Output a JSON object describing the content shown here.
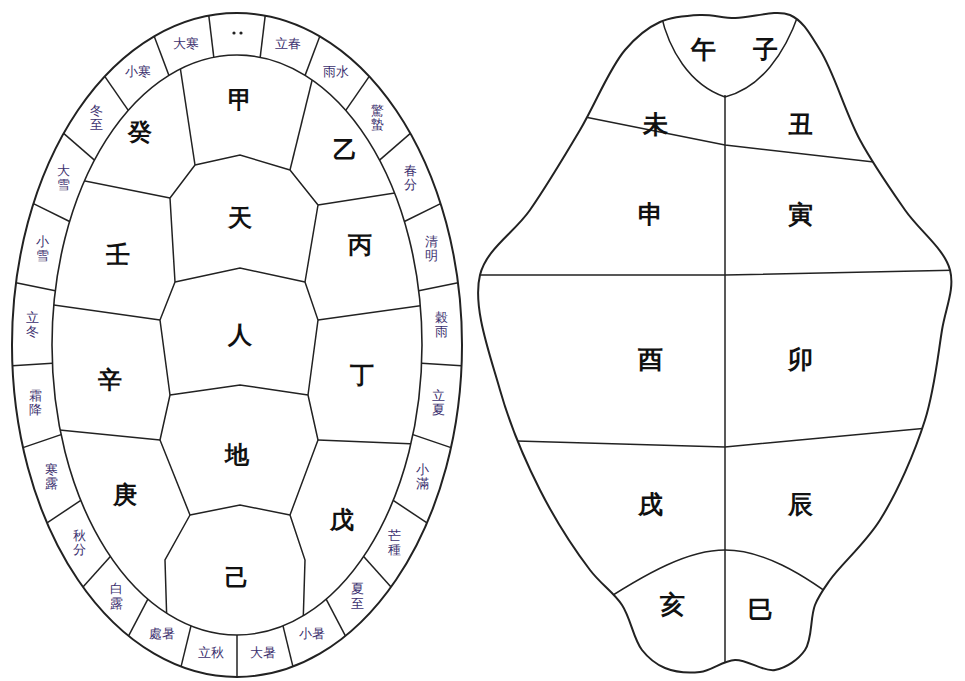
{
  "diagram": {
    "nodes": [
      {
        "text": [
          "甲"
        ]
      },
      {
        "text": [
          "乙"
        ]
      },
      {
        "text": [
          "丙"
        ]
      },
      {
        "text": [
          "丁"
        ]
      },
      {
        "text": [
          "戊"
        ]
      },
      {
        "text": [
          "己"
        ]
      },
      {
        "text": [
          "庚"
        ]
      },
      {
        "text": [
          "辛"
        ]
      },
      {
        "text": [
          "壬"
        ]
      },
      {
        "text": [
          "癸"
        ]
      },
      {
        "text": [
          "天"
        ]
      },
      {
        "text": [
          "人"
        ]
      },
      {
        "text": [
          "地"
        ]
      },
      {
        "text": [
          "立春"
        ]
      },
      {
        "text": [
          "雨水"
        ]
      },
      {
        "text": [
          "驚蟄"
        ]
      },
      {
        "text": [
          "春分"
        ]
      },
      {
        "text": [
          "清明"
        ]
      },
      {
        "text": [
          "穀雨"
        ]
      },
      {
        "text": [
          "立夏"
        ]
      },
      {
        "text": [
          "小滿"
        ]
      },
      {
        "text": [
          "芒種"
        ]
      },
      {
        "text": [
          "夏至"
        ]
      },
      {
        "text": [
          "小暑"
        ]
      },
      {
        "text": [
          "大暑"
        ]
      },
      {
        "text": [
          "立秋"
        ]
      },
      {
        "text": [
          "處暑"
        ]
      },
      {
        "text": [
          "白露"
        ]
      },
      {
        "text": [
          "秋分"
        ]
      },
      {
        "text": [
          "寒露"
        ]
      },
      {
        "text": [
          "霜降"
        ]
      },
      {
        "text": [
          "立冬"
        ]
      },
      {
        "text": [
          "小雪"
        ]
      },
      {
        "text": [
          "大雪"
        ]
      },
      {
        "text": [
          "冬至"
        ]
      },
      {
        "text": [
          "小寒"
        ]
      },
      {
        "text": [
          "大寒"
        ]
      },
      {
        "text": [
          "午"
        ]
      },
      {
        "text": [
          "子"
        ]
      },
      {
        "text": [
          "未"
        ]
      },
      {
        "text": [
          "丑"
        ]
      },
      {
        "text": [
          "申"
        ]
      },
      {
        "text": [
          "寅"
        ]
      },
      {
        "text": [
          "酉"
        ]
      },
      {
        "text": [
          "卯"
        ]
      },
      {
        "text": [
          "戌"
        ]
      },
      {
        "text": [
          "辰"
        ]
      },
      {
        "text": [
          "亥"
        ]
      },
      {
        "text": [
          "巳"
        ]
      }
    ]
  }
}
